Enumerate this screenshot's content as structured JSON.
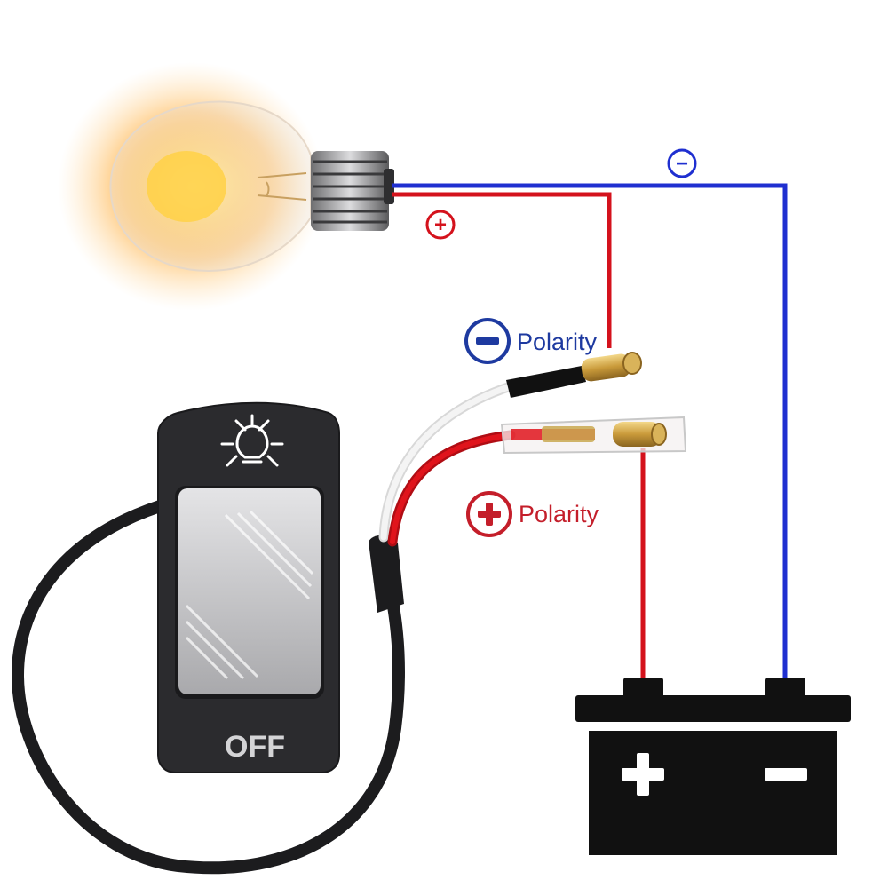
{
  "switch": {
    "state_label": "OFF"
  },
  "labels": {
    "negative_polarity": "Polarity",
    "positive_polarity": "Polarity"
  },
  "symbols": {
    "minus": "−",
    "plus": "+"
  },
  "colors": {
    "positive_wire": "#d4121c",
    "negative_wire": "#1f2fd0",
    "negative_label": "#1e3aa0",
    "positive_label": "#c41e2a",
    "battery": "#111111",
    "switch_body": "#2b2b2e",
    "rocker": "#c9c9cb",
    "bulb_glow": "#ffb020"
  },
  "icons": [
    "light-bulb",
    "headlight-icon",
    "battery",
    "bullet-connector",
    "rocker-switch"
  ]
}
